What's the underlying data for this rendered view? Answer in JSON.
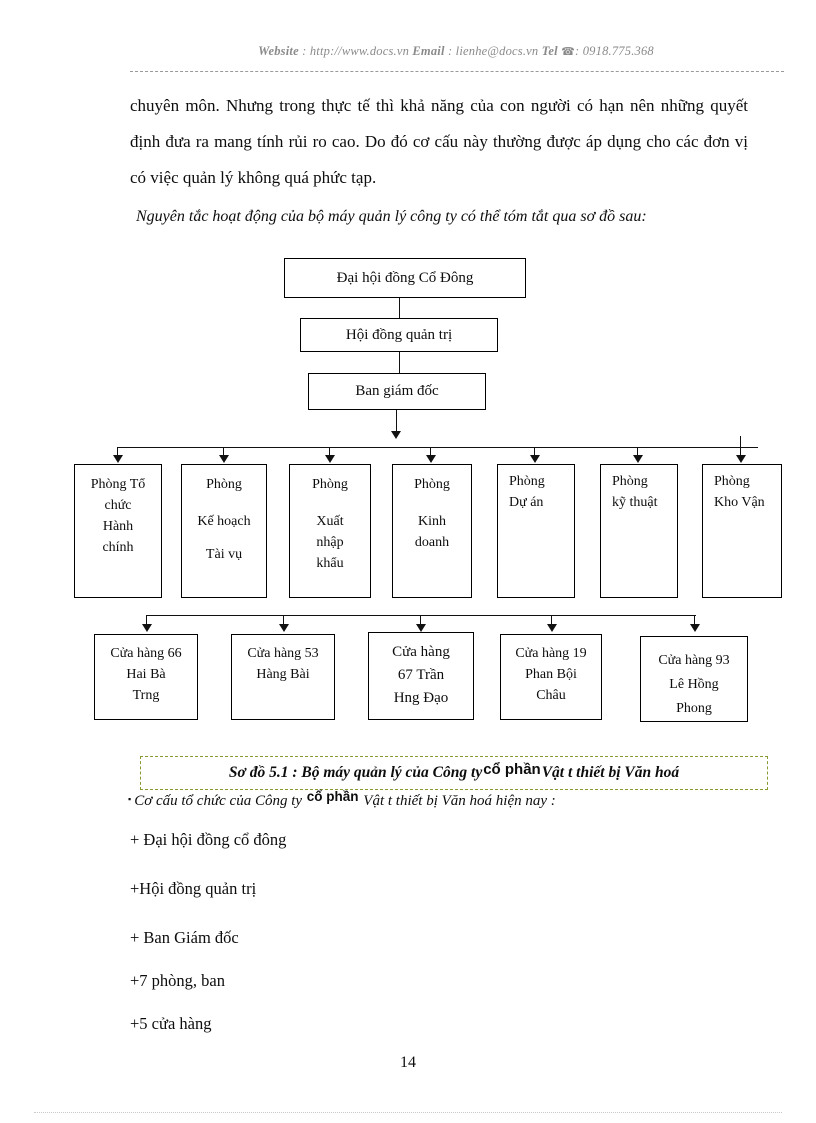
{
  "header": {
    "website_label": "Website",
    "website_sep": " : ",
    "website_url": "http://www.docs.vn",
    "email_label": "Email",
    "email_sep": "  : ",
    "email_value": "lienhe@docs.vn",
    "tel_label": "Tel",
    "tel_icon": "telephone-icon",
    "tel_glyph": "☎",
    "tel_sep": ": ",
    "tel_value": "0918.775.368"
  },
  "body": {
    "paragraph_1": "chuyên môn. Nhưng trong thực tế thì khả năng của con người có hạn nên những quyết định đưa ra mang tính rủi ro cao. Do đó cơ cấu này thường được áp dụng cho các đơn vị có việc quản lý không quá phức tạp.",
    "paragraph_2": "Nguyên tắc hoạt động của bộ máy quản lý công ty có thể tóm tắt qua sơ đồ sau:"
  },
  "chart_data": {
    "type": "diagram",
    "subtype": "org-chart",
    "title": "Sơ đồ 5.1 : Bộ máy quản lý của Công ty cổ phần Vật t  thiết bị Văn hoá",
    "levels": [
      {
        "level": 1,
        "nodes": [
          "Đại hội đồng Cổ Đông"
        ]
      },
      {
        "level": 2,
        "nodes": [
          "Hội đồng quản trị"
        ]
      },
      {
        "level": 3,
        "nodes": [
          "Ban giám đốc"
        ]
      },
      {
        "level": 4,
        "nodes": [
          "Phòng Tổ chức Hành chính",
          "Phòng Kế hoạch Tài vụ",
          "Phòng Xuất nhập khẩu",
          "Phòng Kinh doanh",
          "Phòng Dự án",
          "Phòng kỹ thuật",
          "Phòng Kho Vận"
        ]
      },
      {
        "level": 5,
        "nodes": [
          "Cửa hàng 66 Hai Bà Trng",
          "Cửa hàng 53 Hàng Bài",
          "Cửa hàng 67 Trần Hng  Đạo",
          "Cửa hàng 19 Phan Bội Châu",
          "Cửa hàng 93 Lê Hồng Phong"
        ]
      }
    ]
  },
  "diagram": {
    "node_assembly": {
      "line1": "Đại hội đồng Cổ Đông"
    },
    "node_board": {
      "line1": "Hội đồng quản trị"
    },
    "node_director": {
      "line1": "Ban giám đốc"
    },
    "departments": [
      {
        "l1": "Phòng Tổ",
        "l2": "chức",
        "l3": "Hành",
        "l4": "chính"
      },
      {
        "l1": "Phòng",
        "l2": "",
        "l3": "Kế hoạch",
        "l4": "",
        "l5": "Tài vụ"
      },
      {
        "l1": "Phòng",
        "l2": "",
        "l3": "Xuất",
        "l4": "nhập",
        "l5": "khẩu"
      },
      {
        "l1": "Phòng",
        "l2": "",
        "l3": "Kinh",
        "l4": "doanh"
      },
      {
        "l1": "Phòng",
        "l2": "Dự án"
      },
      {
        "l1": "Phòng",
        "l2": "kỹ thuật"
      },
      {
        "l1": "Phòng",
        "l2": "Kho Vận"
      }
    ],
    "stores": [
      {
        "l1": "Cửa hàng 66",
        "l2": "Hai Bà",
        "l3": "Trng"
      },
      {
        "l1": "Cửa hàng 53",
        "l2": "Hàng Bài",
        "l3": ""
      },
      {
        "l1": "Cửa hàng",
        "l2": "67 Trần",
        "l3": "Hng   Đạo"
      },
      {
        "l1": "Cửa hàng 19",
        "l2": "Phan Bội",
        "l3": "Châu"
      },
      {
        "l1": "Cửa hàng 93",
        "l2": "Lê Hồng",
        "l3": "Phong"
      }
    ]
  },
  "caption": {
    "part1": "Sơ đồ 5.1 : Bộ máy quản lý của Công ty",
    "emphasis": "cổ phần",
    "part2": "Vật t   thiết bị Văn hoá"
  },
  "subline": {
    "bullet": "▪",
    "part1": "Cơ cấu tổ chức của Công ty",
    "emphasis": "cổ phần",
    "part2": "Vật t    thiết bị Văn hoá hiện nay :"
  },
  "bullets": [
    "+ Đại hội đồng cổ đông",
    "+Hội đồng quản trị",
    "+ Ban Giám đốc",
    "+7 phòng, ban",
    "+5 cửa hàng"
  ],
  "page_number": "14",
  "colors": {
    "header_text": "#8a8a8a",
    "caption_border": "#8a9a30",
    "box_border": "#000000",
    "text": "#0d0d0d"
  }
}
